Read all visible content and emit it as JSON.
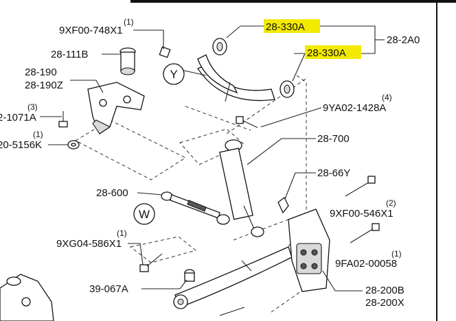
{
  "colors": {
    "highlight": "#f2ea00",
    "ink": "#111111",
    "background": "#ffffff"
  },
  "labels": {
    "p_9xf00_748x1": "9XF00-748X1",
    "q_9xf00_748x1": "(1)",
    "p_28_111b": "28-111B",
    "p_28_190": "28-190",
    "p_28_190z": "28-190Z",
    "p_1071a": "2-1071A",
    "q_1071a": "(3)",
    "p_5156k": "20-5156K",
    "q_5156k": "(1)",
    "p_28_330a_top": "28-330A",
    "p_28_330a_mid": "28-330A",
    "p_28_2a0": "28-2A0",
    "p_9ya02": "9YA02-1428A",
    "q_9ya02": "(4)",
    "p_28_700": "28-700",
    "p_28_66y": "28-66Y",
    "p_28_600": "28-600",
    "p_9xf00_546x1": "9XF00-546X1",
    "q_9xf00_546x1": "(2)",
    "p_9xg04": "9XG04-586X1",
    "q_9xg04": "(1)",
    "p_9fa02": "9FA02-00058",
    "q_9fa02": "(1)",
    "p_39_067a": "39-067A",
    "p_28_200b": "28-200B",
    "p_28_200x": "28-200X",
    "callout_y": "Y",
    "callout_w": "W"
  }
}
